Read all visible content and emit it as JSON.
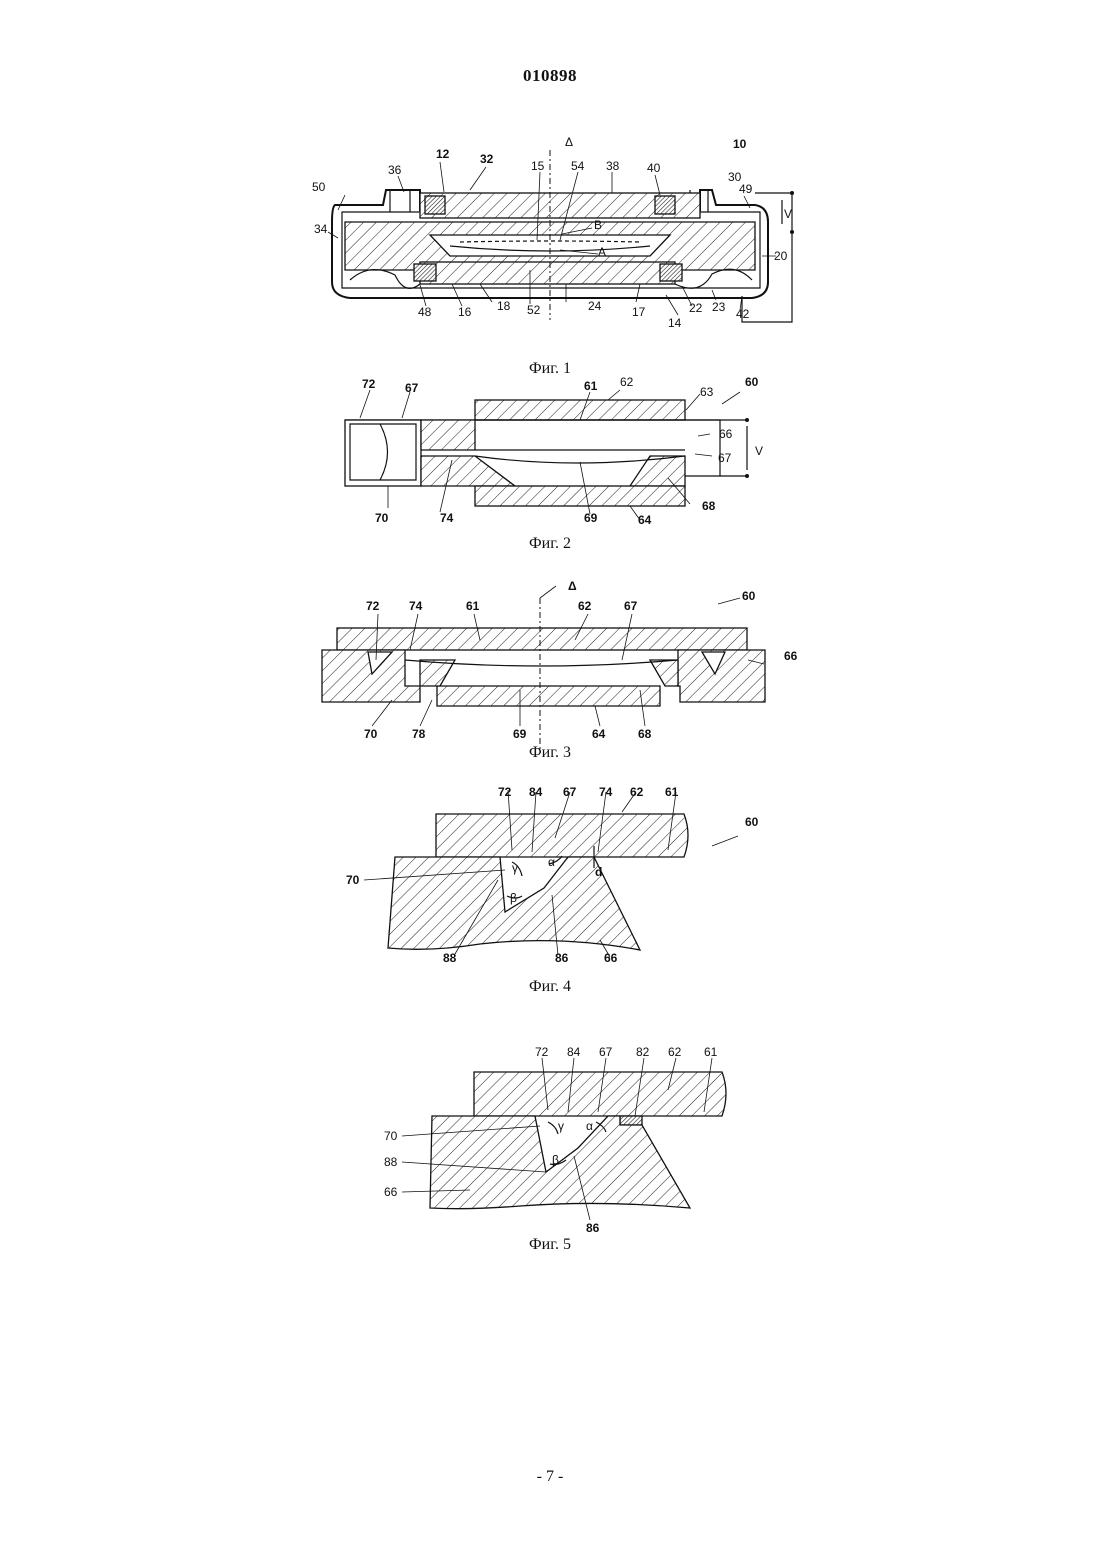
{
  "header": {
    "doc_number": "010898"
  },
  "figures": [
    {
      "caption": "Фиг. 1",
      "labels": [
        "10",
        "12",
        "15",
        "54",
        "38",
        "40",
        "Δ",
        "30",
        "49",
        "V",
        "36",
        "32",
        "50",
        "34",
        "B",
        "A",
        "20",
        "48",
        "16",
        "18",
        "52",
        "24",
        "17",
        "14",
        "22",
        "23",
        "42"
      ]
    },
    {
      "caption": "Фиг. 2",
      "labels": [
        "72",
        "67",
        "61",
        "62",
        "63",
        "60",
        "66",
        "V",
        "67",
        "70",
        "74",
        "69",
        "64",
        "68"
      ]
    },
    {
      "caption": "Фиг. 3",
      "labels": [
        "Δ",
        "60",
        "72",
        "74",
        "61",
        "62",
        "67",
        "66",
        "70",
        "78",
        "69",
        "64",
        "68"
      ]
    },
    {
      "caption": "Фиг. 4",
      "labels": [
        "72",
        "84",
        "67",
        "74",
        "62",
        "61",
        "60",
        "70",
        "γ",
        "α",
        "d",
        "β",
        "88",
        "86",
        "66"
      ]
    },
    {
      "caption": "Фиг. 5",
      "labels": [
        "72",
        "84",
        "67",
        "82",
        "62",
        "61",
        "70",
        "88",
        "66",
        "γ",
        "α",
        "β",
        "86"
      ]
    }
  ],
  "footer": {
    "page_number": "- 7 -"
  }
}
